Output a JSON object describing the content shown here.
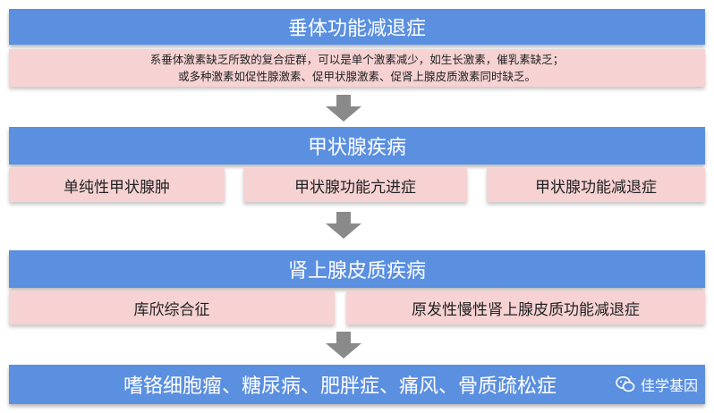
{
  "diagram": {
    "section1": {
      "title": "垂体功能减退症",
      "desc_line1": "系垂体激素缺乏所致的复合症群，可以是单个激素减少，如生长激素，催乳素缺乏；",
      "desc_line2": "或多种激素如促性腺激素、促甲状腺激素、促肾上腺皮质激素同时缺乏。"
    },
    "section2": {
      "title": "甲状腺疾病",
      "items": [
        "单纯性甲状腺肿",
        "甲状腺功能亢进症",
        "甲状腺功能减退症"
      ]
    },
    "section3": {
      "title": "肾上腺皮质疾病",
      "items": [
        "库欣综合征",
        "原发性慢性肾上腺皮质功能减退症"
      ]
    },
    "section4": {
      "title": "嗜铬细胞瘤、糖尿病、肥胖症、痛风、骨质疏松症"
    },
    "watermark": "佳学基因",
    "colors": {
      "header_blue": "#5b8fe0",
      "item_pink": "#f6d2d3",
      "arrow_gray": "#8a8a8a"
    },
    "icons": {
      "flow_arrow": "down-arrow-icon",
      "watermark": "wechat-icon"
    }
  }
}
